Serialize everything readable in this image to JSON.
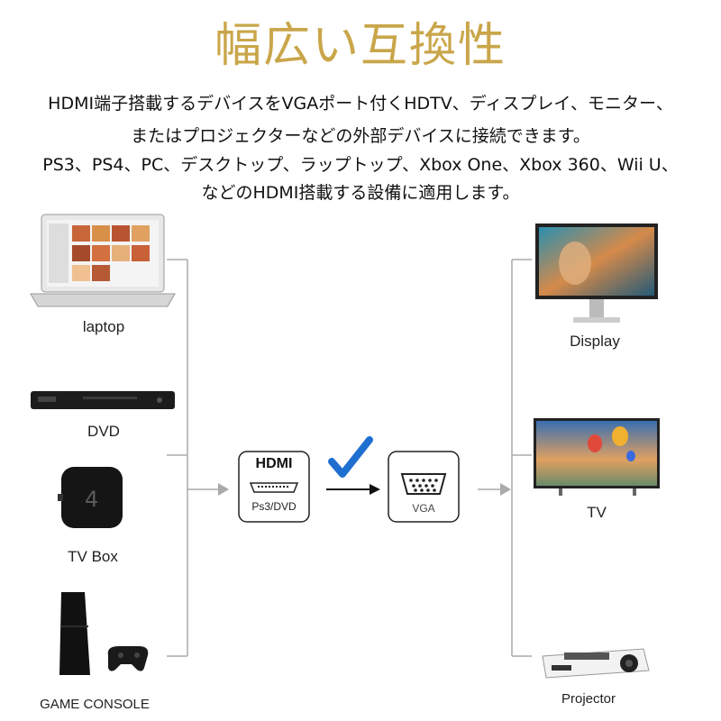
{
  "title": "幅広い互換性",
  "description": [
    "HDMI端子搭載するデバイスをVGAポート付くHDTV、ディスプレイ、モニター、",
    "またはプロジェクターなどの外部デバイスに接続できます。",
    "PS3、PS4、PC、デスクトップ、ラップトップ、Xbox One、Xbox 360、Wii U、",
    "などのHDMI搭載する設備に適用します。"
  ],
  "sources": {
    "laptop": "laptop",
    "dvd": "DVD",
    "tvbox": "TV Box",
    "console": "GAME CONSOLE"
  },
  "adapter": {
    "hdmi_label": "HDMI",
    "hdmi_sub": "Ps3/DVD",
    "vga_label": "VGA"
  },
  "outputs": {
    "display": "Display",
    "tv": "TV",
    "projector": "Projector"
  },
  "colors": {
    "title": "#c9a64a",
    "check": "#1f6fd1",
    "line": "#aaaaaa"
  }
}
